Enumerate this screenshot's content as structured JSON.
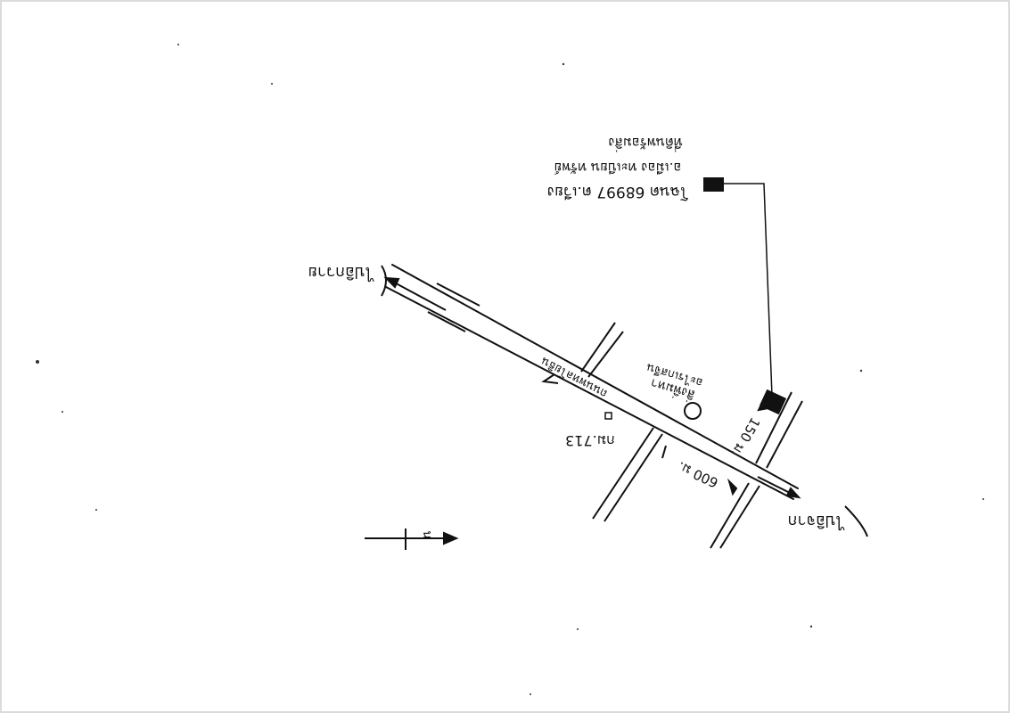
{
  "map": {
    "labels": {
      "west_destination": "ไปอิกวาย",
      "east_destination": "ไปอิจาก",
      "main_road": "ถนนพหลโยธิน",
      "school_line1": "สิ่งพิ่มหา",
      "school_line2": "อะไรเกสจีน",
      "km_marker": "กม.713",
      "distance_lower": "600 ม.",
      "distance_right": "150 ม.",
      "note_line1": "โฉนด 68997 ต.เวียง",
      "note_line2": "อ.เมือง ทะเบียน ทรัพย์",
      "note_line3": "ที่ดินพร้อมสิ่ง",
      "north_symbol": "น"
    },
    "colors": {
      "ink": "#111111",
      "paper": "#ffffff"
    }
  }
}
